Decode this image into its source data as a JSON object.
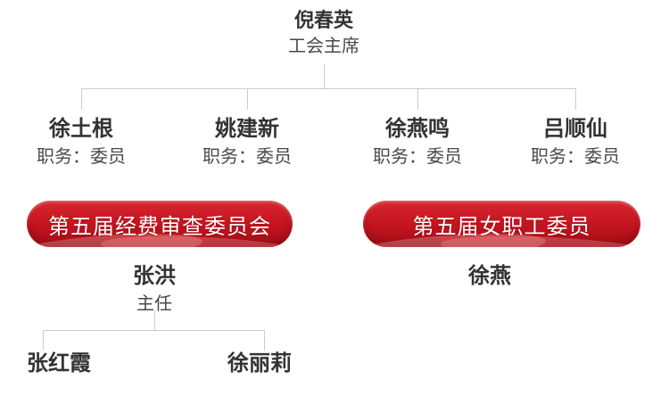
{
  "org_chart": {
    "root": {
      "name": "倪春英",
      "title": "工会主席"
    },
    "committee_members": [
      {
        "name": "徐土根",
        "role": "职务：委员"
      },
      {
        "name": "姚建新",
        "role": "职务：委员"
      },
      {
        "name": "徐燕鸣",
        "role": "职务：委员"
      },
      {
        "name": "吕顺仙",
        "role": "职务：委员"
      }
    ],
    "sub_committees": [
      {
        "banner": "第五届经费审查委员会",
        "leader": {
          "name": "张洪",
          "title": "主任"
        },
        "members": [
          {
            "name": "张红霞"
          },
          {
            "name": "徐丽莉"
          }
        ]
      },
      {
        "banner": "第五届女职工委员",
        "leader": {
          "name": "徐燕"
        },
        "members": []
      }
    ]
  },
  "colors": {
    "banner_red": "#c4141f",
    "banner_red_dark": "#a30f18",
    "banner_red_highlight": "#e4505a",
    "connector_line": "#cccccc",
    "name_text": "#333333",
    "sub_text": "#4a4a4a",
    "banner_text": "#ffffff"
  }
}
